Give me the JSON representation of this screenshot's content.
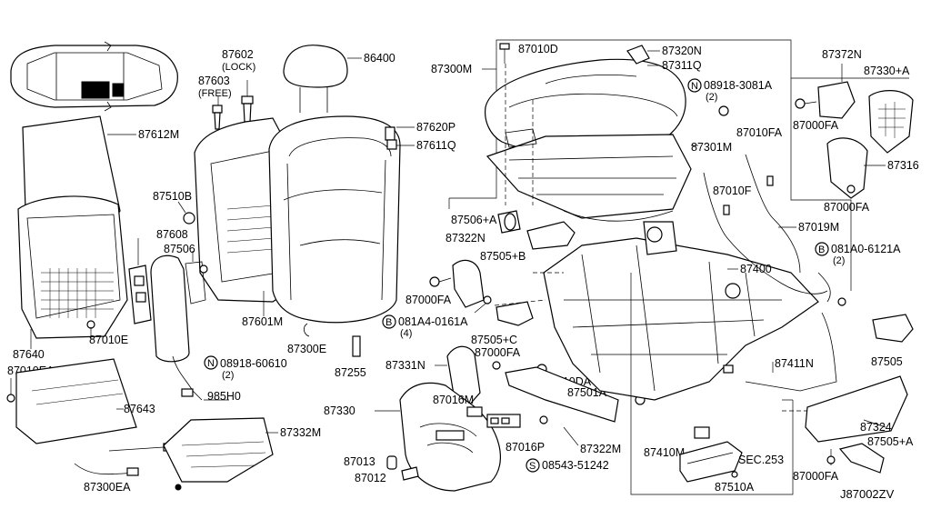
{
  "diagram_id": "J87002ZV",
  "labels": {
    "p87612M": "87612M",
    "p87602": "87602",
    "p87602_lock": "(LOCK)",
    "p87603": "87603",
    "p87603_free": "(FREE)",
    "p86400": "86400",
    "p87620P": "87620P",
    "p87611Q": "87611Q",
    "p87510B": "87510B",
    "p87608": "87608",
    "p87506": "87506",
    "p87601M": "87601M",
    "p87640": "87640",
    "p87010E": "87010E",
    "p87010EA": "87010EA",
    "p87643": "87643",
    "p08918_60610": "08918-60610",
    "p08918_60610_qty": "(2)",
    "p985H0": "985H0",
    "p87300E": "87300E",
    "p87255": "87255",
    "p87332M": "87332M",
    "p87300EA": "87300EA",
    "p87010D": "87010D",
    "p87320N": "87320N",
    "p87300M": "87300M",
    "p87311Q": "87311Q",
    "p08918_3081A": "08918-3081A",
    "p08918_3081A_qty": "(2)",
    "p87301M": "87301M",
    "p87506A": "87506+A",
    "p87322N": "87322N",
    "p87505B": "87505+B",
    "p87000FA_1": "87000FA",
    "p081A4_0161A": "081A4-0161A",
    "p081A4_0161A_qty": "(4)",
    "p87505C": "87505+C",
    "p87000FA_2": "87000FA",
    "p87331N": "87331N",
    "p87010DA": "87010DA",
    "p87016M": "87016M",
    "p87501A": "87501A",
    "p87330": "87330",
    "p87016P": "87016P",
    "p87322M": "87322M",
    "p87013": "87013",
    "p87012": "87012",
    "p08543_51242": "08543-51242",
    "p87372N": "87372N",
    "p87330A": "87330+A",
    "p87000FA_3": "87000FA",
    "p87010FA": "87010FA",
    "p87316": "87316",
    "p87000FA_4": "87000FA",
    "p87010F": "87010F",
    "p87019M": "87019M",
    "p081A0_6121A": "081A0-6121A",
    "p081A0_6121A_qty": "(2)",
    "p87400": "87400",
    "p87505": "87505",
    "p87411N": "87411N",
    "p87324": "87324",
    "p87410M": "87410M",
    "p87510A": "87510A",
    "pSEC253": "SEC.253",
    "p87505A": "87505+A",
    "p87000FA_5": "87000FA",
    "circle_N": "N",
    "circle_B": "B",
    "circle_S": "S"
  }
}
